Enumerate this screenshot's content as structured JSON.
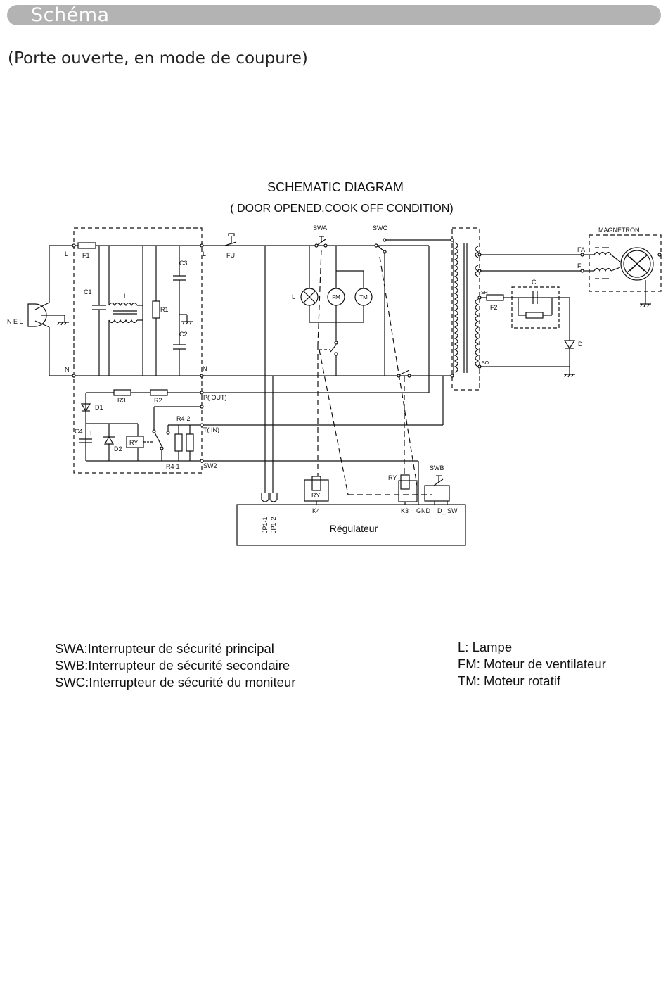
{
  "header": {
    "title": "Schéma"
  },
  "subtitle": "(Porte ouverte, en mode de coupure)",
  "diagram": {
    "title": "SCHEMATIC DIAGRAM",
    "condition": "(  DOOR OPENED,COOK OFF CONDITION)",
    "labels": {
      "swa": "SWA",
      "swb": "SWB",
      "swc": "SWC",
      "magnetron": "MAGNETRON",
      "fu": "FU",
      "f1": "F1",
      "f2": "F2",
      "c1": "C1",
      "c2": "C2",
      "c3": "C3",
      "c4": "C4",
      "c": "C",
      "l_choke": "L",
      "l_line_left": "L",
      "l_line_right": "L",
      "l_lamp": "L",
      "n_left": "N",
      "n_right": "N",
      "nel": "N E L",
      "r1": "R1",
      "r2": "R2",
      "r3": "R3",
      "r4_1": "R4-1",
      "r4_2": "R4-2",
      "d": "D",
      "d1": "D1",
      "d2": "D2",
      "ry1": "RY",
      "ry2": "RY",
      "ry3": "RY",
      "fm": "FM",
      "tm": "TM",
      "fa": "FA",
      "f": "F",
      "sh": "SH",
      "so": "SO",
      "p_out": "P(  OUT)",
      "t_in": "T(  IN)",
      "sw2": "SW2",
      "k4": "K4",
      "k3": "K3",
      "gnd": "GND",
      "d_sw": "D_  SW",
      "jp1_1": "JP1-1",
      "jp1_2": "JP1-2",
      "plus": "+",
      "controller": "Régulateur"
    }
  },
  "legend_left": [
    "SWA:Interrupteur de sécurité principal",
    "SWB:Interrupteur de sécurité secondaire",
    "SWC:Interrupteur de sécurité du moniteur"
  ],
  "legend_right": [
    "L: Lampe",
    "FM: Moteur de ventilateur",
    "TM: Moteur rotatif"
  ]
}
